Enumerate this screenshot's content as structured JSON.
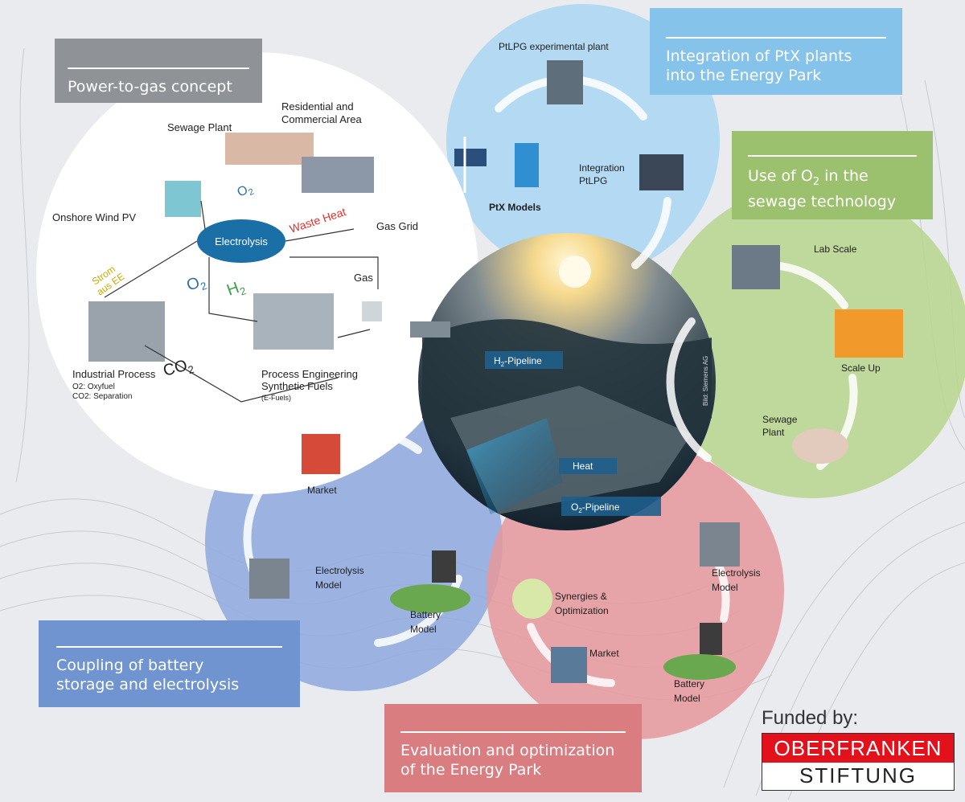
{
  "panels": {
    "power_to_gas": {
      "line1": "Power-to-gas concept"
    },
    "ptx_integration": {
      "line1": "Integration of PtX plants",
      "line2": "into the Energy Park"
    },
    "o2_sewage": {
      "line1_pre": "Use of O",
      "line1_sub": "2",
      "line1_post": " in the",
      "line2": "sewage technology"
    },
    "battery": {
      "line1": "Coupling of battery",
      "line2": "storage and electrolysis"
    },
    "evaluation": {
      "line1": "Evaluation and optimization",
      "line2": "of the Energy Park"
    }
  },
  "power_to_gas_diagram": {
    "residential": {
      "line1": "Residential and",
      "line2": "Commercial Area"
    },
    "sewage_plant": "Sewage Plant",
    "onshore": "Onshore Wind PV",
    "electrolysis": "Electrolysis",
    "waste_heat": "Waste Heat",
    "gas_grid": "Gas Grid",
    "gas": "Gas",
    "strom": {
      "line1": "Strom",
      "line2": "aus EE"
    },
    "o2": {
      "base": "O",
      "sub": "2"
    },
    "h2": {
      "base": "H",
      "sub": "2"
    },
    "co2": {
      "base": "CO",
      "sub": "2"
    },
    "industrial": {
      "title": "Industrial Process",
      "sub1": "O2: Oxyfuel",
      "sub2": "CO2: Separation"
    },
    "process_eng": {
      "line1": "Process Engineering",
      "line2": "Synthetic Fuels",
      "line3": "(E-Fuels)"
    }
  },
  "ptx_diagram": {
    "plant": "PtLPG experimental plant",
    "models": "PtX Models",
    "integration": {
      "line1": "Integration",
      "line2": "PtLPG"
    }
  },
  "sewage_diagram": {
    "lab": "Lab Scale",
    "scale_up": "Scale Up",
    "plant": {
      "line1": "Sewage",
      "line2": "Plant"
    }
  },
  "photo": {
    "h2_pipeline": {
      "base": "H",
      "sub": "2",
      "rest": "-Pipeline"
    },
    "heat": "Heat",
    "o2_pipeline": {
      "base": "O",
      "sub": "2",
      "rest": "-Pipeline"
    },
    "credit": "Bild: Siemens AG"
  },
  "battery_diagram": {
    "market": "Market",
    "electrolysis": {
      "line1": "Electrolysis",
      "line2": "Model"
    },
    "battery": {
      "line1": "Battery",
      "line2": "Model"
    }
  },
  "eval_diagram": {
    "synergies": {
      "line1": "Synergies &",
      "line2": "Optimization"
    },
    "electrolysis": {
      "line1": "Electrolysis",
      "line2": "Model"
    },
    "market": "Market",
    "battery": {
      "line1": "Battery",
      "line2": "Model"
    }
  },
  "funding": {
    "label": "Funded by:",
    "logo_top": "OBERFRANKEN",
    "logo_bottom": "STIFTUNG"
  },
  "colors": {
    "ptg_panel": "#8f9297",
    "ptx_panel": "#86c3ea",
    "o2_panel": "#9cc16e",
    "battery_panel": "#6f94cf",
    "eval_panel": "#d97d81",
    "logo_red": "#e3111b"
  }
}
